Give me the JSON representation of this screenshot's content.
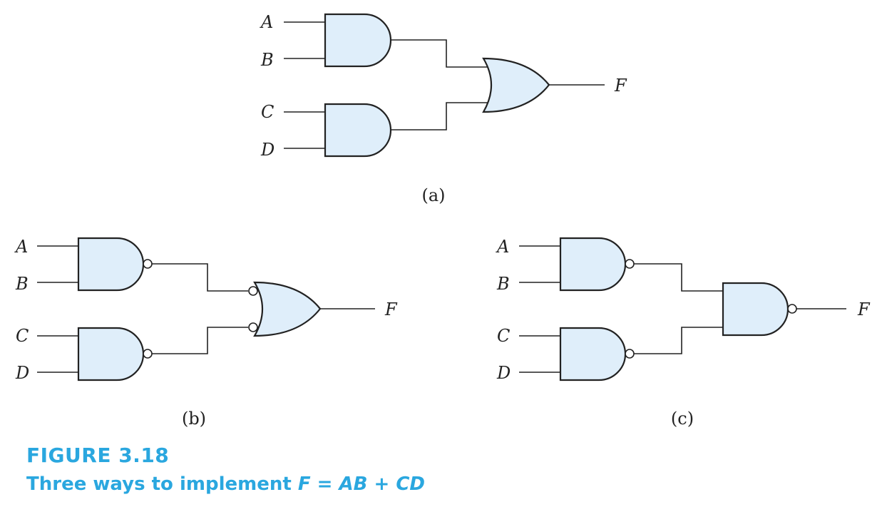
{
  "figure": {
    "number": "FIGURE 3.18",
    "title_prefix": "Three ways to implement ",
    "equation": "F = AB + CD"
  },
  "diagrams": {
    "a": {
      "caption": "(a)",
      "inputs": [
        "A",
        "B",
        "C",
        "D"
      ],
      "output": "F",
      "first_level_gates": "AND",
      "second_level_gate": "OR"
    },
    "b": {
      "caption": "(b)",
      "inputs": [
        "A",
        "B",
        "C",
        "D"
      ],
      "output": "F",
      "first_level_gates": "NAND",
      "second_level_gate": "OR with inverted inputs"
    },
    "c": {
      "caption": "(c)",
      "inputs": [
        "A",
        "B",
        "C",
        "D"
      ],
      "output": "F",
      "first_level_gates": "NAND",
      "second_level_gate": "NAND"
    }
  },
  "colors": {
    "gate_fill": "#dfeefa",
    "caption": "#2aa7df"
  }
}
